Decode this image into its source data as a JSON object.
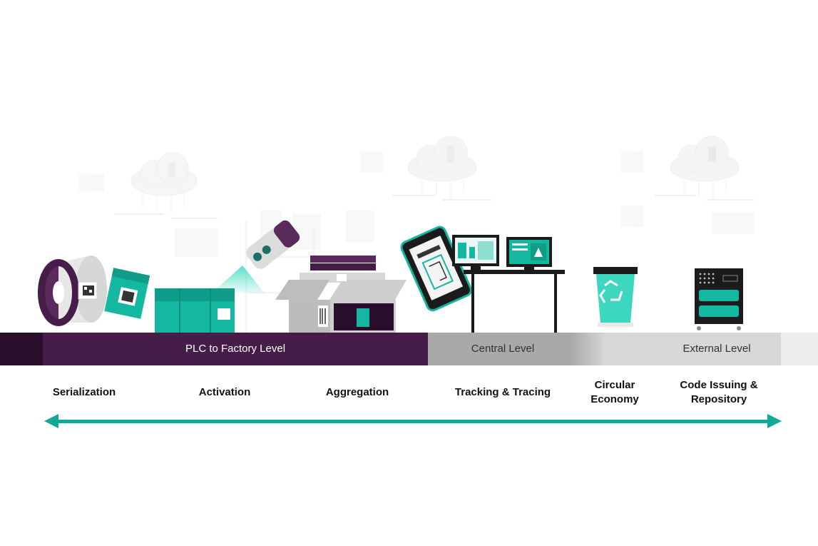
{
  "colors": {
    "purple": "#461c48",
    "purple_dark": "#2a0f2c",
    "teal": "#14b8a1",
    "teal_light": "#3dd6bf",
    "central_gray": "#a7a7a7",
    "external_gray": "#d9d9d9",
    "arrow": "#10a896",
    "band_text_light": "#ffffff",
    "band_text_dark": "#333333"
  },
  "levels": [
    {
      "label": "PLC to Factory Level"
    },
    {
      "label": "Central Level"
    },
    {
      "label": "External Level"
    }
  ],
  "stages": [
    {
      "lines": [
        "Serialization"
      ]
    },
    {
      "lines": [
        "Activation"
      ]
    },
    {
      "lines": [
        "Aggregation"
      ]
    },
    {
      "lines": [
        "Tracking & Tracing"
      ]
    },
    {
      "lines": [
        "Circular",
        "Economy"
      ]
    },
    {
      "lines": [
        "Code Issuing &",
        "Repository"
      ]
    }
  ],
  "icons": [
    "cloud-upload-icon",
    "label-roll-icon",
    "datamatrix-icon",
    "scanner-icon",
    "box-icon",
    "handheld-scanner-icon",
    "monitor-icon",
    "recycle-bin-icon",
    "server-rack-icon",
    "double-arrow-icon"
  ]
}
